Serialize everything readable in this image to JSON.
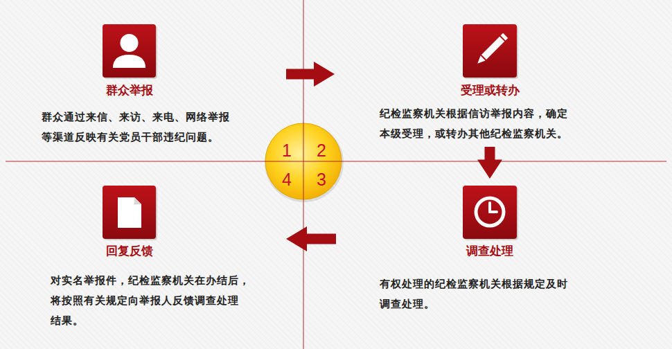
{
  "diagram": {
    "nodes": [
      {
        "text": [
          "群众举报",
          "群众通过来信、来访、来电、网络举报 等渠道反映有关党员干部违纪问题。"
        ]
      },
      {
        "text": [
          "受理或转办",
          "纪检监察机关根据信访举报内容，确定 本级受理，或转办其他纪检监察机关。"
        ]
      },
      {
        "text": [
          "回复反馈",
          "对实名举报件，纪检监察机关在办结后， 将按照有关规定向举报人反馈调查处理 结果。"
        ]
      },
      {
        "text": [
          "调查处理",
          "有权处理的纪检监察机关根据规定及时 调查处理。"
        ]
      }
    ],
    "edges": [
      {
        "from": 0,
        "to": 1,
        "arrow": "to"
      },
      {
        "from": 1,
        "to": 3,
        "arrow": "to"
      },
      {
        "from": 3,
        "to": 2,
        "arrow": "to"
      }
    ],
    "labels": [
      "1",
      "2",
      "4",
      "3"
    ]
  }
}
